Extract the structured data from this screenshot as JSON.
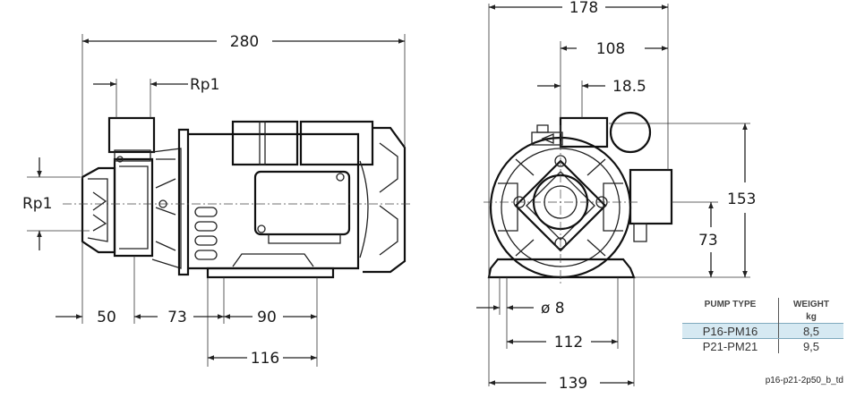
{
  "side_view": {
    "dim_overall_length": "280",
    "dim_outlet_thread": "Rp1",
    "dim_inlet_thread": "Rp1",
    "dim_inlet_offset": "50",
    "dim_foot_offset": "73",
    "dim_foot_hole_spacing": "90",
    "dim_foot_length": "116"
  },
  "front_view": {
    "dim_overall_width": "178",
    "dim_outlet_offset": "108",
    "dim_outlet_center": "18.5",
    "dim_overall_height": "153",
    "dim_shaft_height": "73",
    "dim_hole_diameter": "ø 8",
    "dim_foot_hole_spacing": "112",
    "dim_foot_width": "139"
  },
  "weight_table": {
    "header_type": "PUMP TYPE",
    "header_weight": "WEIGHT",
    "unit": "kg",
    "rows": [
      {
        "type": "P16-PM16",
        "weight": "8,5"
      },
      {
        "type": "P21-PM21",
        "weight": "9,5"
      }
    ],
    "highlight_color": "#d6e9f2"
  },
  "reference_code": "p16-p21-2p50_b_td"
}
